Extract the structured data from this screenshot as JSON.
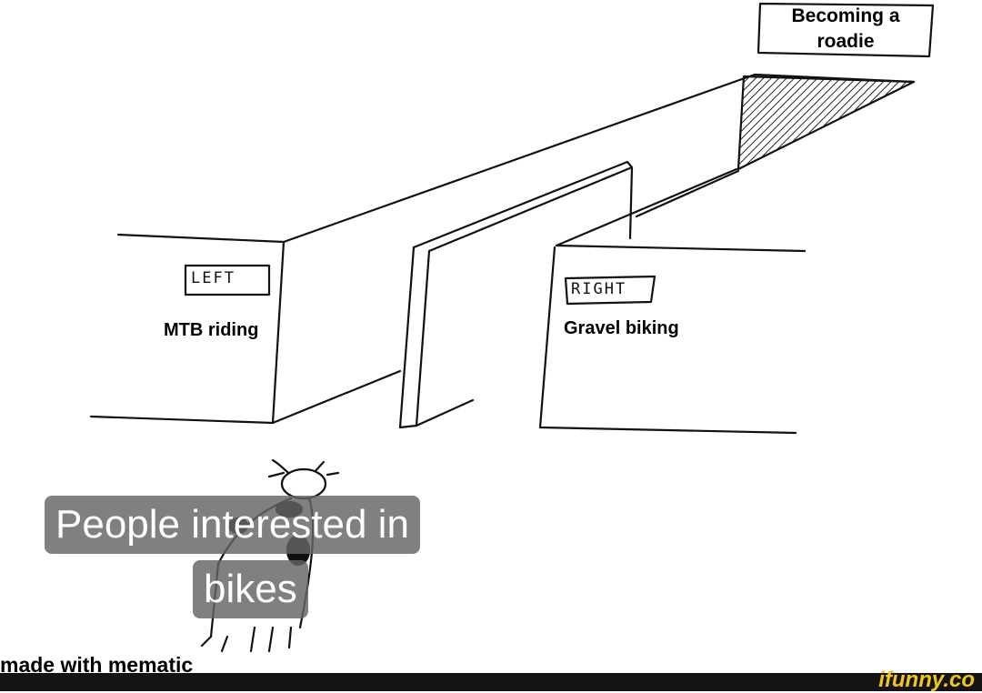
{
  "top_label": {
    "line1": "Becoming a",
    "line2": "roadie"
  },
  "left_sign": "LEFT",
  "left_caption": "MTB riding",
  "right_sign": "RIGHT",
  "right_caption": "Gravel biking",
  "cow_caption": {
    "line1": "People interested in",
    "line2": "bikes"
  },
  "watermark_mematic": "made with mematic",
  "watermark_ifunny": "ifunny.co",
  "colors": {
    "overlay": "#646464",
    "ifunny": "#f3c61a",
    "bar": "#141414"
  }
}
